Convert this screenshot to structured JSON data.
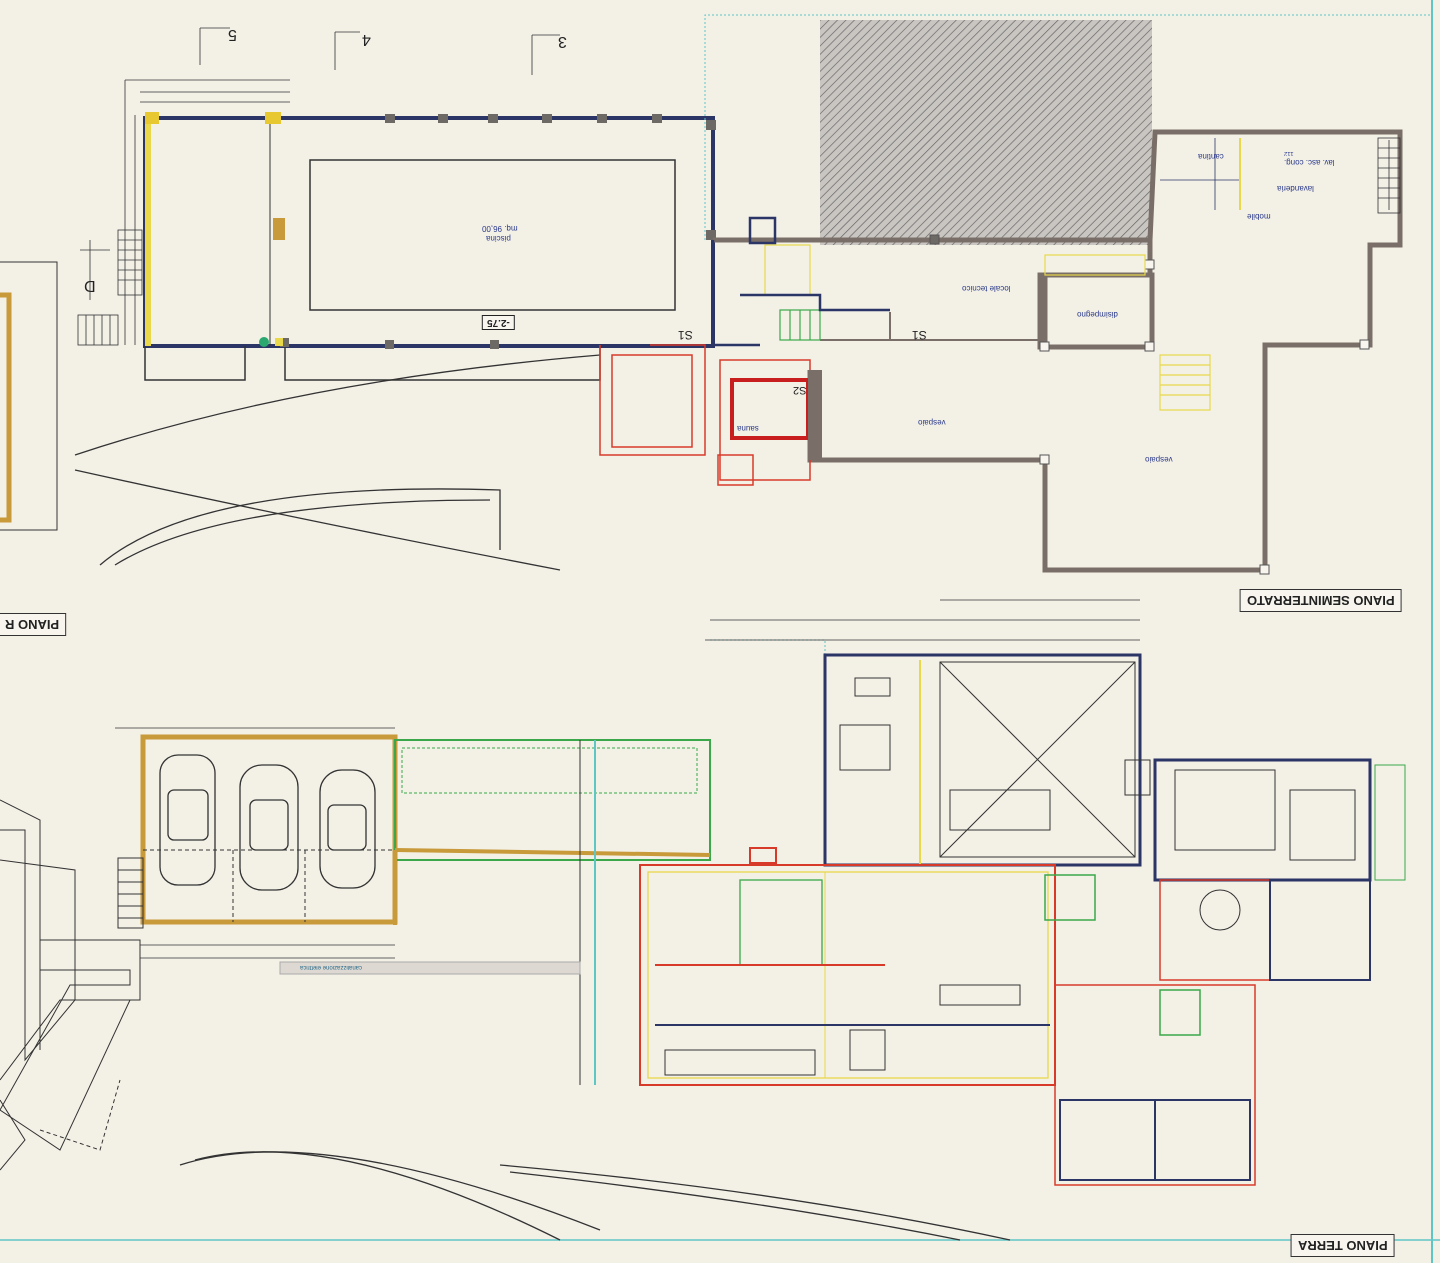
{
  "sheet": {
    "titles": {
      "basement": "PIANO SEMINTERRATO",
      "ground": "PIANO TERRA",
      "other_cut": "PIANO R"
    },
    "grid_axes": [
      "5",
      "4",
      "3",
      "D"
    ],
    "section_marks": [
      "S1",
      "S1",
      "S2"
    ],
    "level_mark": "-2.75",
    "rooms": {
      "pool": "piscina",
      "pool_area": "mq. 96,00",
      "technical": "locale tecnico",
      "hallway": "disimpegno",
      "crawl1": "vespaio",
      "crawl2": "vespaio",
      "sauna": "sauna",
      "cellar": "cantina",
      "laundry": "lavanderia",
      "laundry_equip": "lav. asc. cong.",
      "laundry_equip_dim": "112",
      "furniture": "mobile",
      "utility_note": "canalizzazione elettrica"
    },
    "colors": {
      "paper": "#f3f0e6",
      "wall_dark": "#2b3566",
      "wall_gray": "#7a6f68",
      "red": "#d83a2a",
      "yellow": "#e8d84a",
      "green": "#3aa84a",
      "brown": "#c89a3a",
      "teal": "#5fc6c6"
    }
  }
}
